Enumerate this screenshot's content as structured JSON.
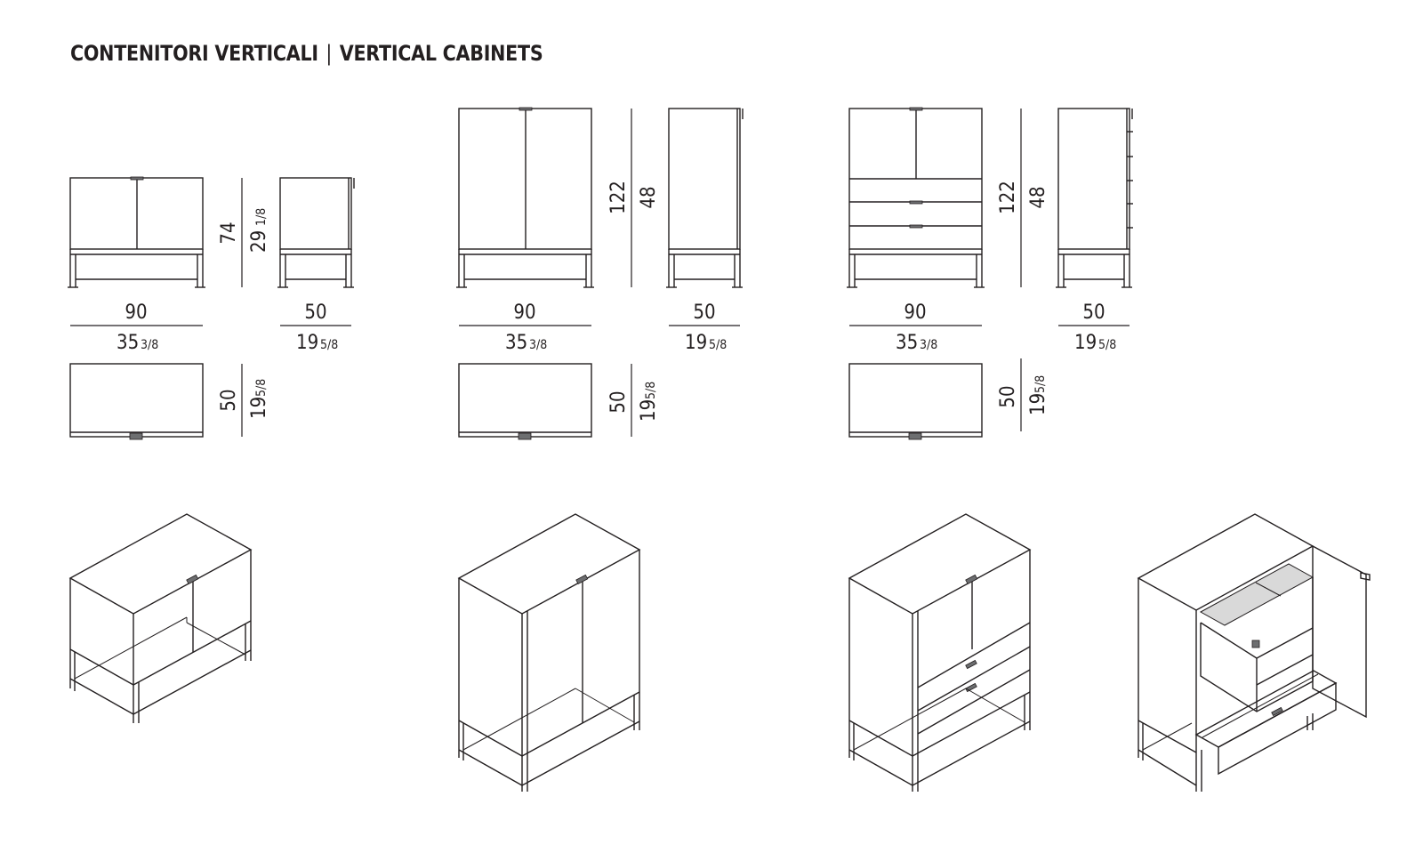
{
  "title": {
    "italian": "CONTENITORI VERTICALI",
    "separator": "|",
    "english": "VERTICAL CABINETS"
  },
  "cabinets": [
    {
      "width_cm": "90",
      "width_in": "35",
      "width_in_frac": "3/8",
      "depth_cm": "50",
      "depth_in": "19",
      "depth_in_frac": "5/8",
      "height_cm": "74",
      "height_in": "29",
      "height_in_frac": "1/8",
      "plan_depth_cm": "50",
      "plan_depth_in": "19",
      "plan_depth_in_frac": "5/8"
    },
    {
      "width_cm": "90",
      "width_in": "35",
      "width_in_frac": "3/8",
      "depth_cm": "50",
      "depth_in": "19",
      "depth_in_frac": "5/8",
      "height_cm": "122",
      "height_in": "48",
      "height_in_frac": "",
      "plan_depth_cm": "50",
      "plan_depth_in": "19",
      "plan_depth_in_frac": "5/8"
    },
    {
      "width_cm": "90",
      "width_in": "35",
      "width_in_frac": "3/8",
      "depth_cm": "50",
      "depth_in": "19",
      "depth_in_frac": "5/8",
      "height_cm": "122",
      "height_in": "48",
      "height_in_frac": "",
      "plan_depth_cm": "50",
      "plan_depth_in": "19",
      "plan_depth_in_frac": "5/8"
    }
  ]
}
